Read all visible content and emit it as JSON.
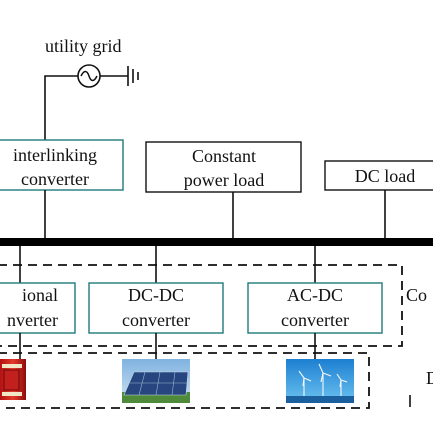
{
  "diagram": {
    "utility_grid_label": "utility grid",
    "interlinking": {
      "line1": "interlinking",
      "line2": "converter"
    },
    "constant_load": {
      "line1": "Constant",
      "line2": "power load"
    },
    "dc_load": {
      "label": "DC load"
    },
    "left_partial": {
      "line1": "ional",
      "line2": "nverter"
    },
    "dcdc": {
      "line1": "DC-DC",
      "line2": "converter"
    },
    "acdc": {
      "line1": "AC-DC",
      "line2": "converter"
    },
    "right_label_top": "Co",
    "right_label_bottom": "D",
    "colors": {
      "teal": "#1f7a7a",
      "bus": "#000000"
    }
  }
}
